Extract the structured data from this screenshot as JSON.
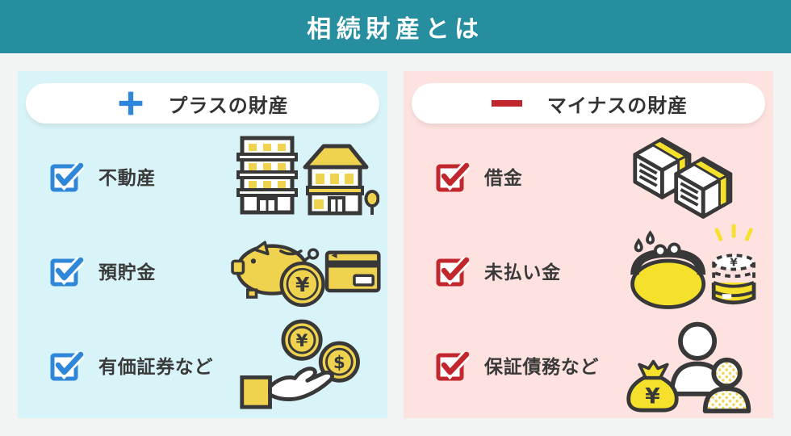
{
  "title": "相続財産とは",
  "colors": {
    "header_teal": "#268E9E",
    "page_bg": "#F2F3F3",
    "plus_panel_bg": "#D9F4F8",
    "minus_panel_bg": "#FEE2DF",
    "plus_accent": "#2F87D9",
    "minus_accent": "#C2272D",
    "icon_yellow": "#EFD34F",
    "icon_outline": "#383838",
    "text": "#333333"
  },
  "symbols": {
    "yen": "¥",
    "dollar": "$"
  },
  "panels": [
    {
      "id": "plus",
      "header": {
        "sign": "+",
        "sign_icon": "plus-icon",
        "label": "プラスの財産"
      },
      "items": [
        {
          "label": "不動産",
          "icon": "buildings-icon"
        },
        {
          "label": "預貯金",
          "icon": "piggy-bank-card-icon"
        },
        {
          "label": "有価証券など",
          "icon": "hand-coins-icon"
        }
      ]
    },
    {
      "id": "minus",
      "header": {
        "sign": "−",
        "sign_icon": "minus-icon",
        "label": "マイナスの財産"
      },
      "items": [
        {
          "label": "借金",
          "icon": "money-bundles-icon"
        },
        {
          "label": "未払い金",
          "icon": "purse-coin-stack-icon"
        },
        {
          "label": "保証債務など",
          "icon": "money-bag-people-icon"
        }
      ]
    }
  ]
}
